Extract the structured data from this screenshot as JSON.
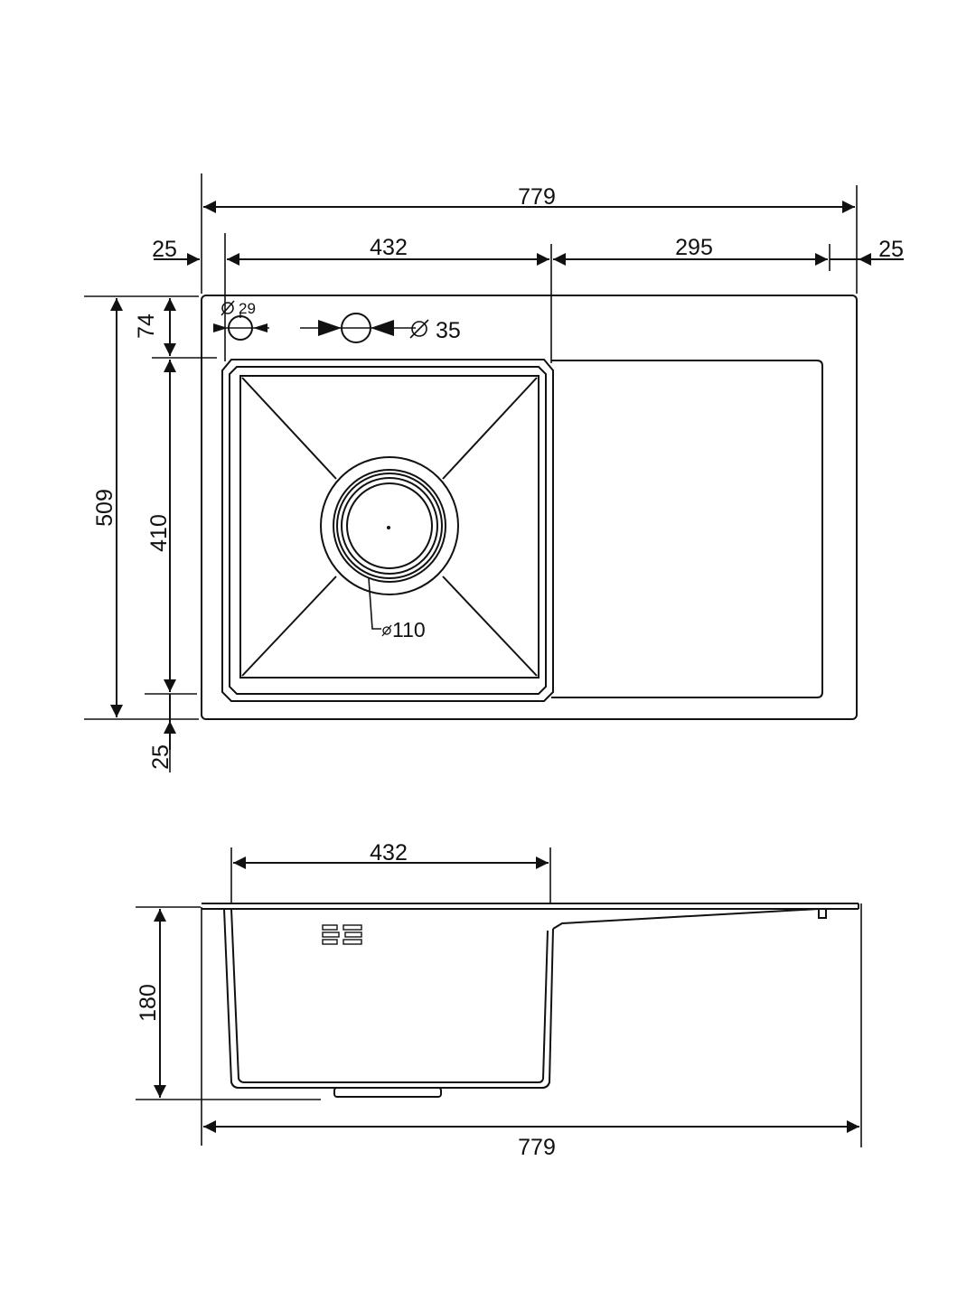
{
  "top_view": {
    "overall_width": "779",
    "margin_left": "25",
    "bowl_width": "432",
    "drainer_width": "295",
    "margin_right": "25",
    "overall_depth": "509",
    "back_margin": "74",
    "bowl_depth": "410",
    "front_margin": "25",
    "tap_hole_small": "29",
    "tap_hole_large": "35",
    "drain_diameter": "110"
  },
  "side_view": {
    "bowl_width": "432",
    "depth": "180",
    "overall_width": "779"
  },
  "colors": {
    "line": "#111111",
    "background": "#ffffff"
  }
}
